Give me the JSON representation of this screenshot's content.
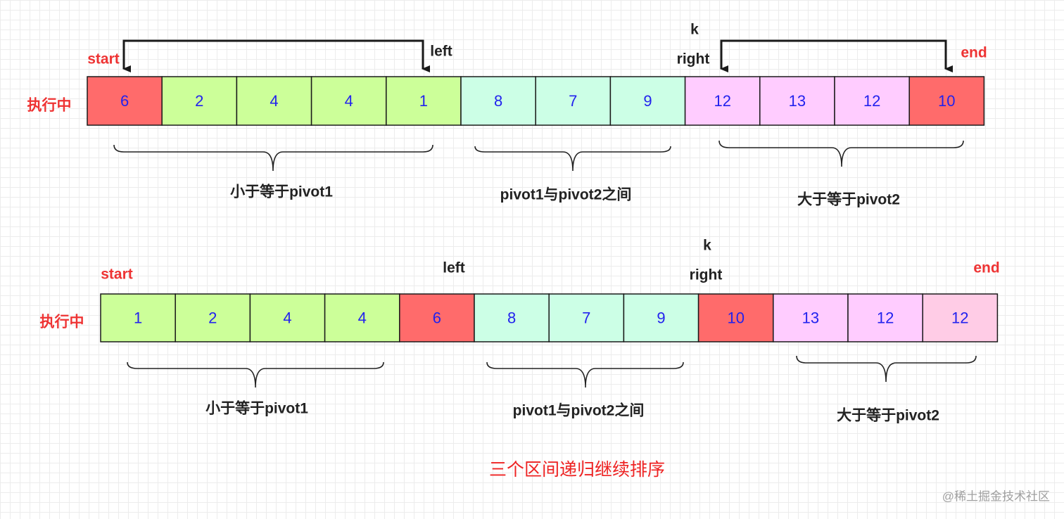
{
  "colors": {
    "pivot": "#ff6b6b",
    "low": "#ccff99",
    "mid": "#ccffe6",
    "high": "#ffccff",
    "high_light": "#ffcce6",
    "cell_text": "#2222ee",
    "label_red": "#ee3333"
  },
  "rows": [
    {
      "state_label": "执行中",
      "cells": [
        {
          "value": "6",
          "group": "pivot"
        },
        {
          "value": "2",
          "group": "low"
        },
        {
          "value": "4",
          "group": "low"
        },
        {
          "value": "4",
          "group": "low"
        },
        {
          "value": "1",
          "group": "low"
        },
        {
          "value": "8",
          "group": "mid"
        },
        {
          "value": "7",
          "group": "mid"
        },
        {
          "value": "9",
          "group": "mid"
        },
        {
          "value": "12",
          "group": "high"
        },
        {
          "value": "13",
          "group": "high"
        },
        {
          "value": "12",
          "group": "high"
        },
        {
          "value": "10",
          "group": "pivot"
        }
      ],
      "pointers": {
        "start": "start",
        "left": "left",
        "k": "k",
        "right": "right",
        "end": "end"
      },
      "ranges": [
        "小于等于pivot1",
        "pivot1与pivot2之间",
        "大于等于pivot2"
      ]
    },
    {
      "state_label": "执行中",
      "cells": [
        {
          "value": "1",
          "group": "low"
        },
        {
          "value": "2",
          "group": "low"
        },
        {
          "value": "4",
          "group": "low"
        },
        {
          "value": "4",
          "group": "low"
        },
        {
          "value": "6",
          "group": "pivot"
        },
        {
          "value": "8",
          "group": "mid"
        },
        {
          "value": "7",
          "group": "mid"
        },
        {
          "value": "9",
          "group": "mid"
        },
        {
          "value": "10",
          "group": "pivot"
        },
        {
          "value": "13",
          "group": "high"
        },
        {
          "value": "12",
          "group": "high"
        },
        {
          "value": "12",
          "group": "high_light"
        }
      ],
      "pointers": {
        "start": "start",
        "left": "left",
        "k": "k",
        "right": "right",
        "end": "end"
      },
      "ranges": [
        "小于等于pivot1",
        "pivot1与pivot2之间",
        "大于等于pivot2"
      ]
    }
  ],
  "caption": "三个区间递归继续排序",
  "watermark": "@稀土掘金技术社区"
}
